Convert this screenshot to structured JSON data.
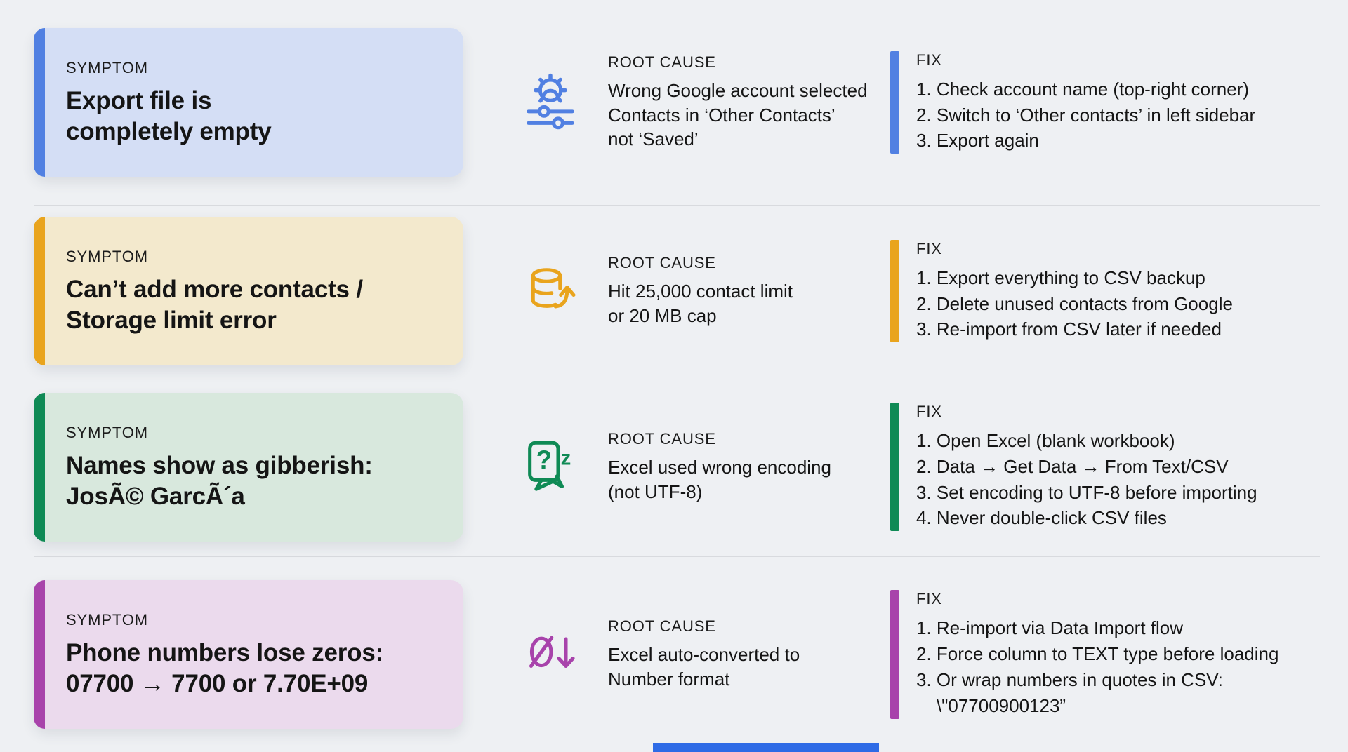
{
  "page": {
    "background": "#eef0f3",
    "divider_color": "#d8dade",
    "text_color": "#151515",
    "bottom_bar_color": "#2e6be6"
  },
  "rows": [
    {
      "accent": "#5180e2",
      "card_bg": "#d4def5",
      "symptom_label": "SYMPTOM",
      "symptom_title": "Export file is\ncompletely empty",
      "icon": "gear-sliders-icon",
      "root_cause_label": "ROOT CAUSE",
      "root_cause_text": "Wrong Google account selected\nContacts in ‘Other Contacts’\nnot ‘Saved’",
      "fix_label": "FIX",
      "fix_steps": [
        "1. Check account name (top-right corner)",
        "2. Switch to ‘Other contacts’ in left sidebar",
        "3. Export again"
      ]
    },
    {
      "accent": "#e9a41d",
      "card_bg": "#f3e9cd",
      "symptom_label": "SYMPTOM",
      "symptom_title": "Can’t add more contacts /\nStorage limit error",
      "icon": "database-limit-icon",
      "root_cause_label": "ROOT CAUSE",
      "root_cause_text": "Hit 25,000 contact limit\nor 20 MB cap",
      "fix_label": "FIX",
      "fix_steps": [
        "1. Export everything to CSV backup",
        "2. Delete unused contacts from Google",
        "3. Re-import from CSV later if needed"
      ]
    },
    {
      "accent": "#0f8a55",
      "card_bg": "#d8e8dd",
      "symptom_label": "SYMPTOM",
      "symptom_title": "Names show as gibberish:\nJosÃ© GarcÃ´a",
      "icon": "encoding-question-icon",
      "root_cause_label": "ROOT CAUSE",
      "root_cause_text": "Excel used wrong encoding\n(not UTF-8)",
      "fix_label": "FIX",
      "fix_steps": [
        "1. Open Excel (blank workbook)",
        "2. Data → Get Data → From Text/CSV",
        "3. Set encoding to UTF-8 before importing",
        "4. Never double-click CSV files"
      ]
    },
    {
      "accent": "#a843ab",
      "card_bg": "#ebdaed",
      "symptom_label": "SYMPTOM",
      "symptom_title": "Phone numbers lose zeros:\n07700 → 7700 or 7.70E+09",
      "icon": "zero-loss-icon",
      "root_cause_label": "ROOT CAUSE",
      "root_cause_text": "Excel auto-converted to\nNumber format",
      "fix_label": "FIX",
      "fix_steps": [
        "1. Re-import via Data Import flow",
        "2. Force column to TEXT type before loading",
        "3. Or wrap numbers in quotes in CSV:\n    \\\"07700900123”"
      ]
    }
  ]
}
